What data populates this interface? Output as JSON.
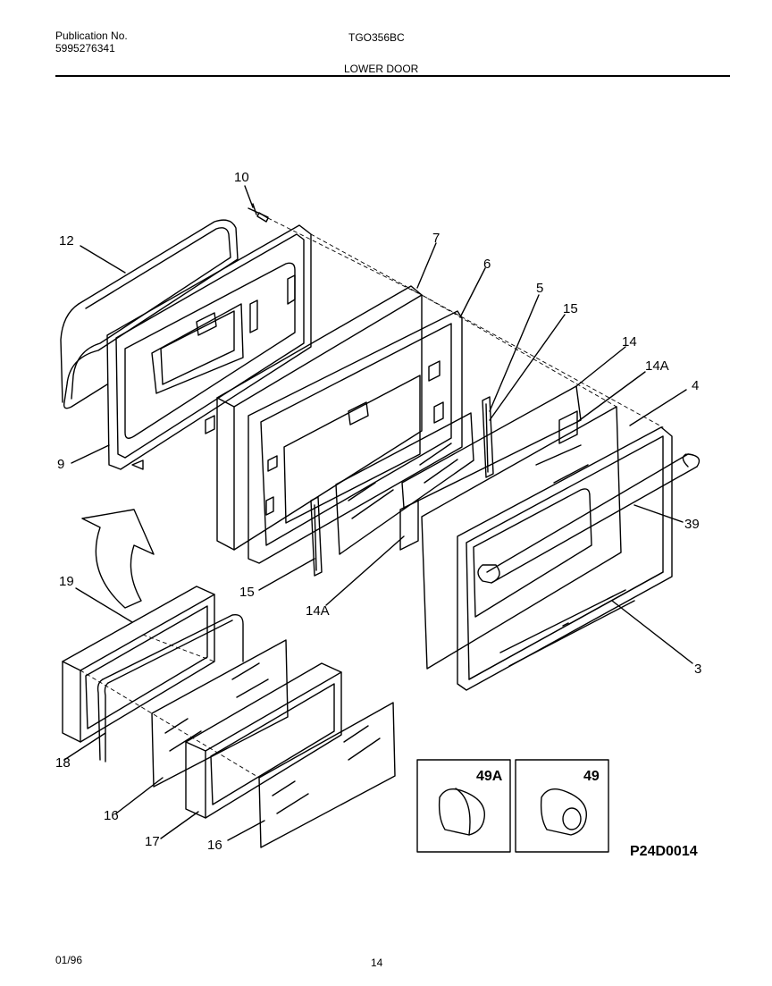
{
  "header": {
    "publication_label": "Publication No.",
    "publication_number": "5995276341",
    "model": "TGO356BC",
    "section_title": "LOWER DOOR"
  },
  "callouts": {
    "c10": "10",
    "c12": "12",
    "c7": "7",
    "c6": "6",
    "c5": "5",
    "c15_top": "15",
    "c14": "14",
    "c14a_right": "14A",
    "c4": "4",
    "c39": "39",
    "c9": "9",
    "c19": "19",
    "c15_low": "15",
    "c14a_low": "14A",
    "c3": "3",
    "c18": "18",
    "c16_a": "16",
    "c17": "17",
    "c16_b": "16"
  },
  "insets": {
    "knob_a": "49A",
    "knob_b": "49"
  },
  "figure_id": "P24D0014",
  "footer": {
    "date": "01/96",
    "page": "14"
  }
}
